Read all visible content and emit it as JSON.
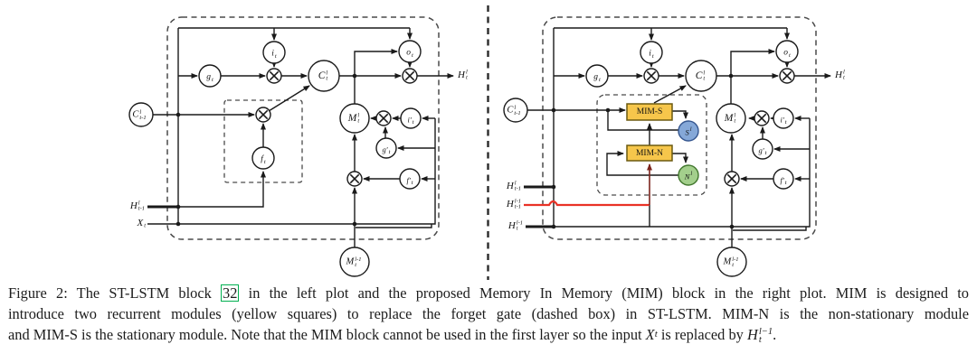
{
  "colors": {
    "line": "#1a1a1a",
    "dashed_border": "#4a4a4a",
    "module_fill": "#f6c64b",
    "module_border": "#6b5a10",
    "s_fill": "#85a8d8",
    "s_border": "#35568f",
    "n_fill": "#a3cf8c",
    "n_border": "#41772d",
    "red_line": "#e93226",
    "red_dark": "#7c241c",
    "citation_green": "#00b050"
  },
  "left": {
    "name": "ST-LSTM block",
    "nodes": {
      "g": {
        "base": "g",
        "sup": "",
        "sub": "t"
      },
      "i": {
        "base": "i",
        "sup": "",
        "sub": "t"
      },
      "c": {
        "base": "C",
        "sup": "l",
        "sub": "t"
      },
      "o": {
        "base": "o",
        "sup": "",
        "sub": "t"
      },
      "c_prev": {
        "base": "C",
        "sup": "l",
        "sub": "t-1"
      },
      "f": {
        "base": "f",
        "sup": "",
        "sub": "t"
      },
      "m": {
        "base": "M",
        "sup": "l",
        "sub": "t"
      },
      "i2": {
        "base": "i'",
        "sup": "",
        "sub": "t"
      },
      "g2": {
        "base": "g'",
        "sup": "",
        "sub": "t"
      },
      "f2": {
        "base": "f'",
        "sup": "",
        "sub": "t"
      },
      "m_below": {
        "base": "M",
        "sup": "l-1",
        "sub": "t"
      }
    },
    "io": {
      "h_out": {
        "base": "H",
        "sup": "l",
        "sub": "t"
      },
      "h_prev": {
        "base": "H",
        "sup": "l",
        "sub": "t-1"
      },
      "x": {
        "base": "X",
        "sup": "",
        "sub": "t"
      }
    }
  },
  "right": {
    "name": "MIM block",
    "nodes": {
      "g": {
        "base": "g",
        "sup": "",
        "sub": "t"
      },
      "i": {
        "base": "i",
        "sup": "",
        "sub": "t"
      },
      "c": {
        "base": "C",
        "sup": "l",
        "sub": "t"
      },
      "o": {
        "base": "o",
        "sup": "",
        "sub": "t"
      },
      "c_prev": {
        "base": "C",
        "sup": "l",
        "sub": "t-1"
      },
      "m": {
        "base": "M",
        "sup": "l",
        "sub": "t"
      },
      "i2": {
        "base": "i'",
        "sup": "",
        "sub": "t"
      },
      "g2": {
        "base": "g'",
        "sup": "",
        "sub": "t"
      },
      "f2": {
        "base": "f'",
        "sup": "",
        "sub": "t"
      },
      "m_below": {
        "base": "M",
        "sup": "l-1",
        "sub": "t"
      },
      "s": {
        "base": "S",
        "sup": "l",
        "sub": ""
      },
      "n": {
        "base": "N",
        "sup": "l",
        "sub": ""
      }
    },
    "modules": {
      "mim_s": "MIM-S",
      "mim_n": "MIM-N"
    },
    "io": {
      "h_out": {
        "base": "H",
        "sup": "l",
        "sub": "t"
      },
      "h_prev_l": {
        "base": "H",
        "sup": "l",
        "sub": "t-1"
      },
      "h_prev_lm1": {
        "base": "H",
        "sup": "l-1",
        "sub": "t-1"
      },
      "h_lm1": {
        "base": "H",
        "sup": "l-1",
        "sub": "t"
      }
    }
  },
  "caption": {
    "line1_pre": "Figure 2: The ST-LSTM block ",
    "cite_label": "32",
    "line1_post": " in the left plot and the proposed Memory In Memory (MIM) block in the right plot. MIM is designed to",
    "line2": "introduce two recurrent modules (yellow squares) to replace the forget gate (dashed box) in ST-LSTM. MIM-N is the non-stationary module",
    "line3_pre": "and MIM-S is the stationary module. Note that the MIM block cannot be used in the first layer so the input ",
    "math_x": {
      "base": "X",
      "sup": "",
      "sub": "t"
    },
    "line3_mid": " is replaced by ",
    "math_h": {
      "base": "H",
      "sup": "l−1",
      "sub": "t"
    },
    "line3_end": "."
  }
}
